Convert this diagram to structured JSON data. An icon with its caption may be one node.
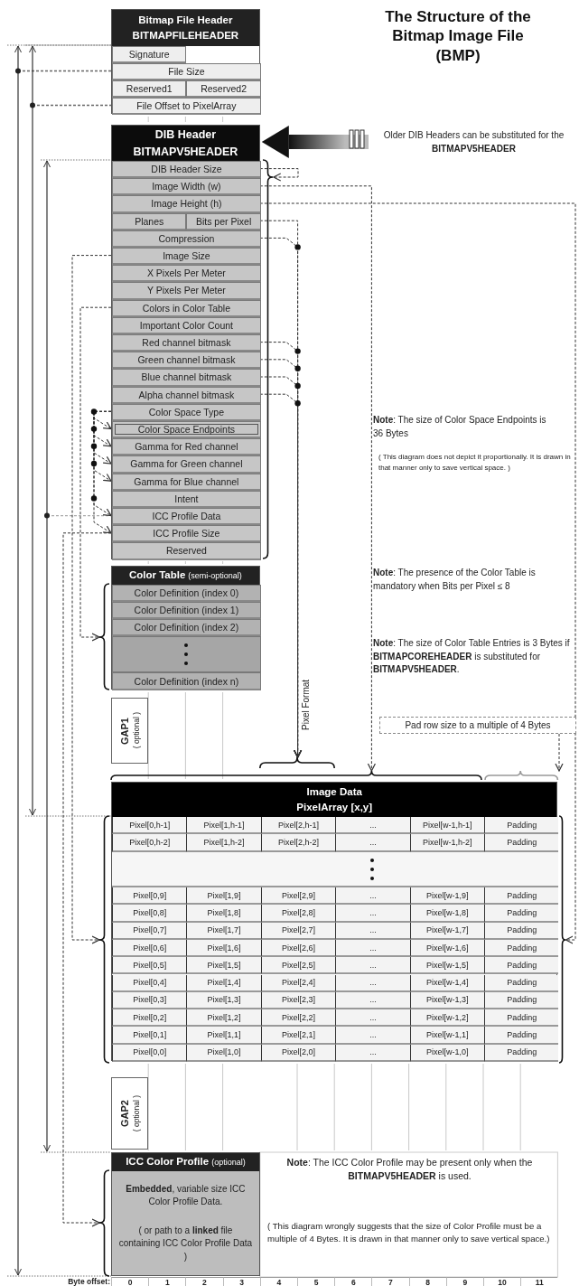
{
  "diagram": {
    "title": "The Structure of the Bitmap Image File (BMP)",
    "nodes": [
      {
        "text": [
          "Bitmap File Header",
          "BITMAPFILEHEADER"
        ]
      },
      {
        "text": [
          "Signature"
        ],
        "in": 0
      },
      {
        "text": [
          "File Size"
        ],
        "in": 0
      },
      {
        "text": [
          "Reserved1"
        ],
        "in": 0
      },
      {
        "text": [
          "Reserved2"
        ],
        "in": 0
      },
      {
        "text": [
          "File Offset to PixelArray"
        ],
        "in": 0
      },
      {
        "text": [
          "DIB Header",
          "BITMAPV5HEADER"
        ]
      },
      {
        "text": [
          "DIB Header Size"
        ],
        "in": 6
      },
      {
        "text": [
          "Image Width (w)"
        ],
        "in": 6
      },
      {
        "text": [
          "Image Height (h)"
        ],
        "in": 6
      },
      {
        "text": [
          "Planes"
        ],
        "in": 6
      },
      {
        "text": [
          "Bits per Pixel"
        ],
        "in": 6
      },
      {
        "text": [
          "Compression"
        ],
        "in": 6
      },
      {
        "text": [
          "Image Size"
        ],
        "in": 6
      },
      {
        "text": [
          "X Pixels Per Meter"
        ],
        "in": 6
      },
      {
        "text": [
          "Y Pixels Per Meter"
        ],
        "in": 6
      },
      {
        "text": [
          "Colors in Color Table"
        ],
        "in": 6
      },
      {
        "text": [
          "Important Color Count"
        ],
        "in": 6
      },
      {
        "text": [
          "Red channel bitmask"
        ],
        "in": 6
      },
      {
        "text": [
          "Green channel bitmask"
        ],
        "in": 6
      },
      {
        "text": [
          "Blue channel bitmask"
        ],
        "in": 6
      },
      {
        "text": [
          "Alpha channel bitmask"
        ],
        "in": 6
      },
      {
        "text": [
          "Color Space Type"
        ],
        "in": 6
      },
      {
        "text": [
          "Color Space Endpoints"
        ],
        "in": 6
      },
      {
        "text": [
          "Gamma for Red channel"
        ],
        "in": 6
      },
      {
        "text": [
          "Gamma for Green channel"
        ],
        "in": 6
      },
      {
        "text": [
          "Gamma for Blue channel"
        ],
        "in": 6
      },
      {
        "text": [
          "Intent"
        ],
        "in": 6
      },
      {
        "text": [
          "ICC Profile Data"
        ],
        "in": 6
      },
      {
        "text": [
          "ICC Profile Size"
        ],
        "in": 6
      },
      {
        "text": [
          "Reserved"
        ],
        "in": 6
      },
      {
        "text": [
          "Older DIB Headers can be substituted for the **BITMAPV5HEADER**"
        ]
      },
      {
        "text": [
          "Color Table",
          "(semi-optional)"
        ]
      },
      {
        "text": [
          "Color Definition (index 0)"
        ],
        "in": 32
      },
      {
        "text": [
          "Color Definition (index 1)"
        ],
        "in": 32
      },
      {
        "text": [
          "Color Definition (index 2)"
        ],
        "in": 32
      },
      {
        "text": [],
        "shape": "box",
        "in": 32
      },
      {
        "text": [
          "Color Definition (index n)"
        ],
        "in": 32
      },
      {
        "text": [
          "GAP1",
          "( optional )"
        ]
      },
      {
        "text": [
          "Pad row size to a multiple of 4 Bytes"
        ]
      },
      {
        "text": [
          "Image Data",
          "PixelArray [x,y]"
        ]
      },
      {
        "text": [
          "GAP2",
          "( optional )"
        ]
      },
      {
        "text": [
          "ICC Color Profile",
          "(optional)",
          "**Embedded**, variable size ICC Color Profile Data.",
          "( or path to a **linked** file containing ICC Color Profile Data )"
        ]
      }
    ],
    "edges": [
      {
        "from": 31,
        "to": 6,
        "arrow": "to",
        "style": "thick"
      },
      {
        "from": 7,
        "to": 6,
        "arrow": "to",
        "style": "dashed"
      },
      {
        "from": 8,
        "to": 40,
        "arrow": "to",
        "style": "dashed"
      },
      {
        "from": 9,
        "to": 40,
        "arrow": "to",
        "style": "dashed"
      },
      {
        "from": 11,
        "to": 40,
        "arrow": "to",
        "style": "dashed",
        "label": "Pixel Format"
      },
      {
        "from": 12,
        "to": 40,
        "arrow": "to",
        "style": "dashed"
      },
      {
        "from": 18,
        "to": 40,
        "arrow": "to",
        "style": "dashed"
      },
      {
        "from": 19,
        "to": 40,
        "arrow": "to",
        "style": "dashed"
      },
      {
        "from": 20,
        "to": 40,
        "arrow": "to",
        "style": "dashed"
      },
      {
        "from": 21,
        "to": 40,
        "arrow": "to",
        "style": "dashed"
      },
      {
        "from": 13,
        "to": 40,
        "arrow": "to",
        "style": "dashed"
      },
      {
        "from": 16,
        "to": 32,
        "arrow": "to",
        "style": "dashed"
      },
      {
        "from": 29,
        "to": 42,
        "arrow": "to",
        "style": "dashed"
      },
      {
        "from": 22,
        "to": 23,
        "arrow": "to",
        "style": "dashed"
      },
      {
        "from": 22,
        "to": 24,
        "arrow": "to",
        "style": "dashed"
      },
      {
        "from": 22,
        "to": 25,
        "arrow": "to",
        "style": "dashed"
      },
      {
        "from": 22,
        "to": 26,
        "arrow": "to",
        "style": "dashed"
      },
      {
        "from": 22,
        "to": 28,
        "arrow": "to",
        "style": "dashed"
      },
      {
        "from": 22,
        "to": 29,
        "arrow": "to",
        "style": "dashed"
      },
      {
        "from": 39,
        "to": 40,
        "arrow": "to",
        "style": "dashed"
      }
    ],
    "labels": [
      "**Note**: The size of Color Space Endpoints is 36 Bytes",
      "( This diagram does not depict it proportionally. It is drawn in that manner only to save vertical space. )",
      "**Note**: The presence of the Color Table is mandatory when Bits per Pixel ≤ 8",
      "**Note**: The size of Color Table Entries is 3 Bytes if **BITMAPCOREHEADER** is substituted for **BITMAPV5HEADER**.",
      "Pixel[0,h-1]",
      "Pixel[1,h-1]",
      "Pixel[2,h-1]",
      "...",
      "Pixel[w-1,h-1]",
      "Padding",
      "Pixel[0,h-2]",
      "Pixel[1,h-2]",
      "Pixel[2,h-2]",
      "...",
      "Pixel[w-1,h-2]",
      "Padding",
      "Pixel[0,9]",
      "Pixel[1,9]",
      "Pixel[2,9]",
      "...",
      "Pixel[w-1,9]",
      "Padding",
      "Pixel[0,8]",
      "Pixel[1,8]",
      "Pixel[2,8]",
      "...",
      "Pixel[w-1,8]",
      "Padding",
      "Pixel[0,7]",
      "Pixel[1,7]",
      "Pixel[2,7]",
      "...",
      "Pixel[w-1,7]",
      "Padding",
      "Pixel[0,6]",
      "Pixel[1,6]",
      "Pixel[2,6]",
      "...",
      "Pixel[w-1,6]",
      "Padding",
      "Pixel[0,5]",
      "Pixel[1,5]",
      "Pixel[2,5]",
      "...",
      "Pixel[w-1,5]",
      "Padding",
      "Pixel[0,4]",
      "Pixel[1,4]",
      "Pixel[2,4]",
      "...",
      "Pixel[w-1,4]",
      "Padding",
      "Pixel[0,3]",
      "Pixel[1,3]",
      "Pixel[2,3]",
      "...",
      "Pixel[w-1,3]",
      "Padding",
      "Pixel[0,2]",
      "Pixel[1,2]",
      "Pixel[2,2]",
      "...",
      "Pixel[w-1,2]",
      "Padding",
      "Pixel[0,1]",
      "Pixel[1,1]",
      "Pixel[2,1]",
      "...",
      "Pixel[w-1,1]",
      "Padding",
      "Pixel[0,0]",
      "Pixel[1,0]",
      "Pixel[2,0]",
      "...",
      "Pixel[w-1,0]",
      "Padding",
      "**Note**: The ICC Color Profile may be present only when the **BITMAPV5HEADER** is used.",
      "( This diagram wrongly suggests that the size of Color Profile must be a multiple of 4 Bytes. It is drawn in that manner only to save vertical space.)",
      "Byte offset:",
      "0",
      "1",
      "2",
      "3",
      "4",
      "5",
      "6",
      "7",
      "8",
      "9",
      "10",
      "11"
    ]
  }
}
